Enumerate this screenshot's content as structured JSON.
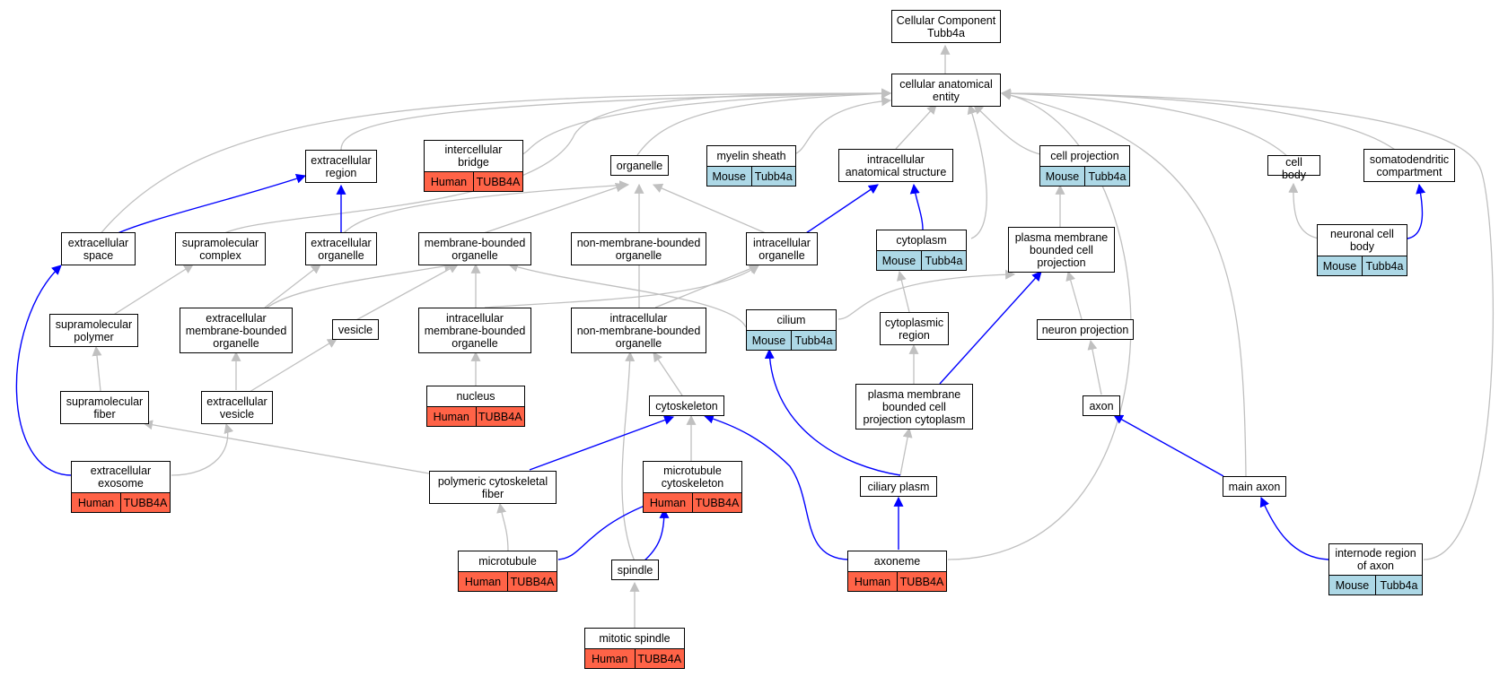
{
  "colors": {
    "human": "#ff6347",
    "mouse": "#add8e6",
    "is_a_edge": "#c0c0c0",
    "part_of_edge": "#0000ff",
    "node_border": "#000000"
  },
  "nodes": [
    {
      "id": "root",
      "label": "Cellular Component\nTubb4a"
    },
    {
      "id": "cae",
      "label": "cellular anatomical\nentity"
    },
    {
      "id": "extracellular_region",
      "label": "extracellular\nregion"
    },
    {
      "id": "intercellular_bridge",
      "label": "intercellular\nbridge",
      "species": "Human",
      "gene": "TUBB4A"
    },
    {
      "id": "organelle",
      "label": "organelle"
    },
    {
      "id": "myelin_sheath",
      "label": "myelin sheath",
      "species": "Mouse",
      "gene": "Tubb4a"
    },
    {
      "id": "intracellular_anatomical_structure",
      "label": "intracellular\nanatomical structure"
    },
    {
      "id": "cell_projection",
      "label": "cell projection",
      "species": "Mouse",
      "gene": "Tubb4a"
    },
    {
      "id": "cell_body",
      "label": "cell body"
    },
    {
      "id": "somatodendritic_compartment",
      "label": "somatodendritic\ncompartment"
    },
    {
      "id": "extracellular_space",
      "label": "extracellular\nspace"
    },
    {
      "id": "supramolecular_complex",
      "label": "supramolecular\ncomplex"
    },
    {
      "id": "extracellular_organelle",
      "label": "extracellular\norganelle"
    },
    {
      "id": "membrane_bounded_organelle",
      "label": "membrane-bounded\norganelle"
    },
    {
      "id": "non_membrane_bounded_organelle",
      "label": "non-membrane-bounded\norganelle"
    },
    {
      "id": "intracellular_organelle",
      "label": "intracellular\norganelle"
    },
    {
      "id": "cytoplasm",
      "label": "cytoplasm",
      "species": "Mouse",
      "gene": "Tubb4a"
    },
    {
      "id": "pm_bounded_cell_projection",
      "label": "plasma membrane\nbounded cell\nprojection"
    },
    {
      "id": "neuronal_cell_body",
      "label": "neuronal cell\nbody",
      "species": "Mouse",
      "gene": "Tubb4a"
    },
    {
      "id": "supramolecular_polymer",
      "label": "supramolecular\npolymer"
    },
    {
      "id": "extracellular_mb_organelle",
      "label": "extracellular\nmembrane-bounded\norganelle"
    },
    {
      "id": "vesicle",
      "label": "vesicle"
    },
    {
      "id": "intracellular_mb_organelle",
      "label": "intracellular\nmembrane-bounded\norganelle"
    },
    {
      "id": "intracellular_nmb_organelle",
      "label": "intracellular\nnon-membrane-bounded\norganelle"
    },
    {
      "id": "cilium",
      "label": "cilium",
      "species": "Mouse",
      "gene": "Tubb4a"
    },
    {
      "id": "cytoplasmic_region",
      "label": "cytoplasmic\nregion"
    },
    {
      "id": "neuron_projection",
      "label": "neuron projection"
    },
    {
      "id": "supramolecular_fiber",
      "label": "supramolecular\nfiber"
    },
    {
      "id": "extracellular_vesicle",
      "label": "extracellular\nvesicle"
    },
    {
      "id": "nucleus",
      "label": "nucleus",
      "species": "Human",
      "gene": "TUBB4A"
    },
    {
      "id": "cytoskeleton",
      "label": "cytoskeleton"
    },
    {
      "id": "pm_bounded_cell_projection_cytoplasm",
      "label": "plasma membrane\nbounded cell\nprojection cytoplasm"
    },
    {
      "id": "axon",
      "label": "axon"
    },
    {
      "id": "extracellular_exosome",
      "label": "extracellular\nexosome",
      "species": "Human",
      "gene": "TUBB4A"
    },
    {
      "id": "polymeric_cytoskeletal_fiber",
      "label": "polymeric cytoskeletal\nfiber"
    },
    {
      "id": "microtubule_cytoskeleton",
      "label": "microtubule\ncytoskeleton",
      "species": "Human",
      "gene": "TUBB4A"
    },
    {
      "id": "ciliary_plasm",
      "label": "ciliary plasm"
    },
    {
      "id": "main_axon",
      "label": "main axon"
    },
    {
      "id": "microtubule",
      "label": "microtubule",
      "species": "Human",
      "gene": "TUBB4A"
    },
    {
      "id": "spindle",
      "label": "spindle"
    },
    {
      "id": "axoneme",
      "label": "axoneme",
      "species": "Human",
      "gene": "TUBB4A"
    },
    {
      "id": "internode_region_of_axon",
      "label": "internode region\nof axon",
      "species": "Mouse",
      "gene": "Tubb4a"
    },
    {
      "id": "mitotic_spindle",
      "label": "mitotic spindle",
      "species": "Human",
      "gene": "TUBB4A"
    }
  ]
}
